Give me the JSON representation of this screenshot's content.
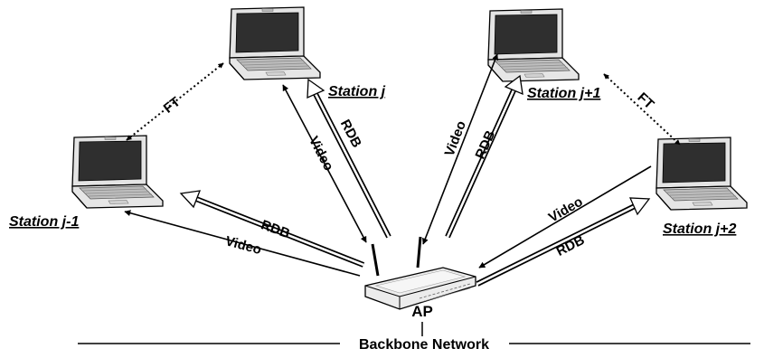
{
  "stations": {
    "j_minus_1": "Station j-1",
    "j": "Station j",
    "j_plus_1": "Station j+1",
    "j_plus_2": "Station j+2"
  },
  "links": {
    "ft_left": "FT",
    "ft_right": "FT",
    "video_jm1": "Video",
    "rdb_jm1": "RDB",
    "video_j": "Video",
    "rdb_j": "RDB",
    "video_jp1": "Video",
    "rdb_jp1": "RDB",
    "video_jp2": "Video",
    "rdb_jp2": "RDB"
  },
  "ap": {
    "label": "AP"
  },
  "backbone": {
    "label": "Backbone Network"
  },
  "colors": {
    "line": "#000000",
    "laptop_body": "#e2e2e2",
    "laptop_screen": "#2e2e2e"
  }
}
